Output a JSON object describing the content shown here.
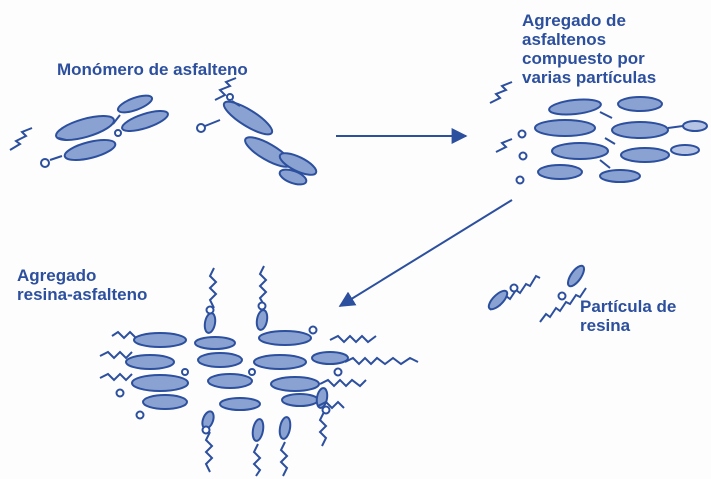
{
  "labels": {
    "monomer": "Monómero de asfalteno",
    "aggregate": [
      "Agregado de",
      "asfaltenos",
      "compuesto por",
      "varias partículas"
    ],
    "resin_aggregate": [
      "Agregado",
      "resina-asfalteno"
    ],
    "resin_particle": [
      "Partícula de",
      "resina"
    ]
  },
  "colors": {
    "ink": "#2c4f9e",
    "fill": "#8aa2d2",
    "fill_light": "#b5c4e4",
    "background": "#fdfdfd"
  },
  "icons": {
    "monomer_molecule": "asphaltene-monomer-icon",
    "aggregate_molecule": "asphaltene-aggregate-icon",
    "resin_molecule": "resin-particle-icon",
    "resin_asphaltene_molecule": "resin-asphaltene-aggregate-icon"
  }
}
